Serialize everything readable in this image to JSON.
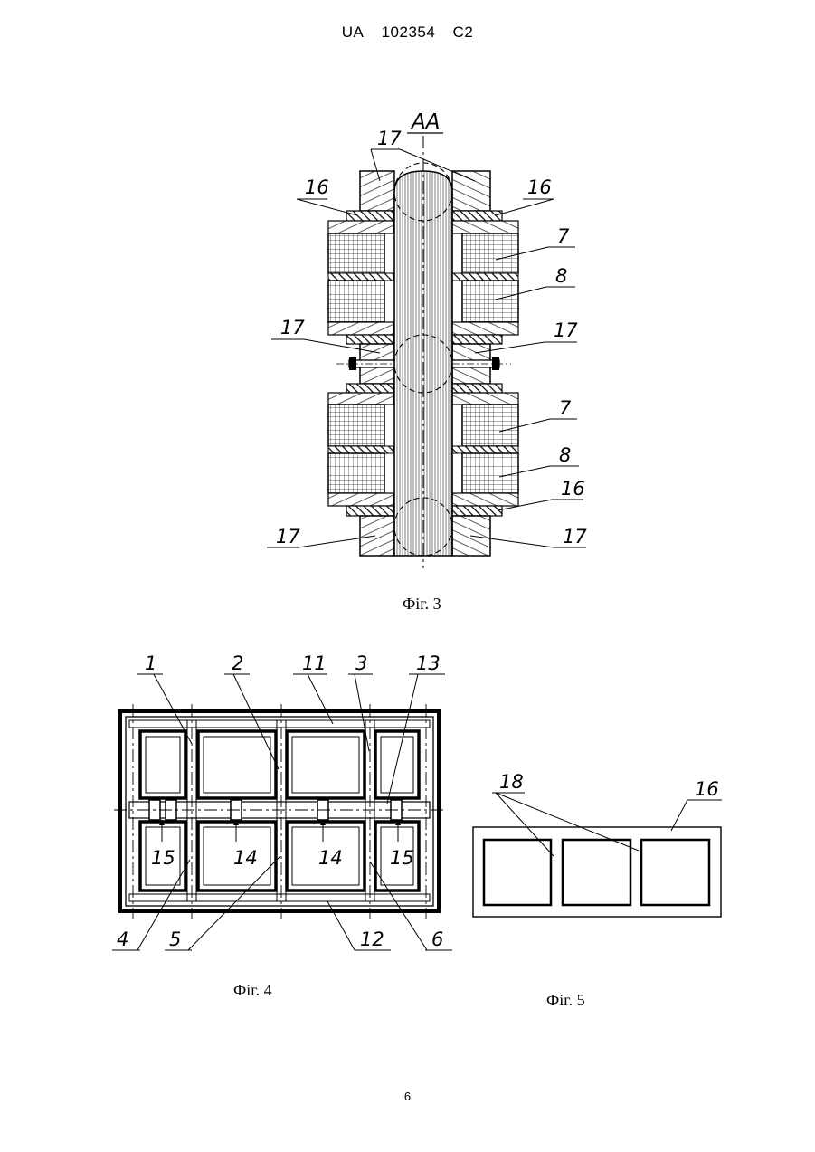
{
  "header": {
    "country": "UA",
    "number": "102354",
    "kind": "C2"
  },
  "page_number": "6",
  "figures": [
    {
      "caption": "Фіг. 3",
      "section_label": "AA",
      "labels": [
        "17",
        "16",
        "16",
        "7",
        "8",
        "17",
        "17",
        "7",
        "8",
        "16",
        "17",
        "17"
      ]
    },
    {
      "caption": "Фіг. 4",
      "labels": [
        "1",
        "2",
        "11",
        "3",
        "13",
        "15",
        "14",
        "14",
        "15",
        "4",
        "5",
        "12",
        "6"
      ]
    },
    {
      "caption": "Фіг. 5",
      "labels": [
        "18",
        "16"
      ]
    }
  ]
}
